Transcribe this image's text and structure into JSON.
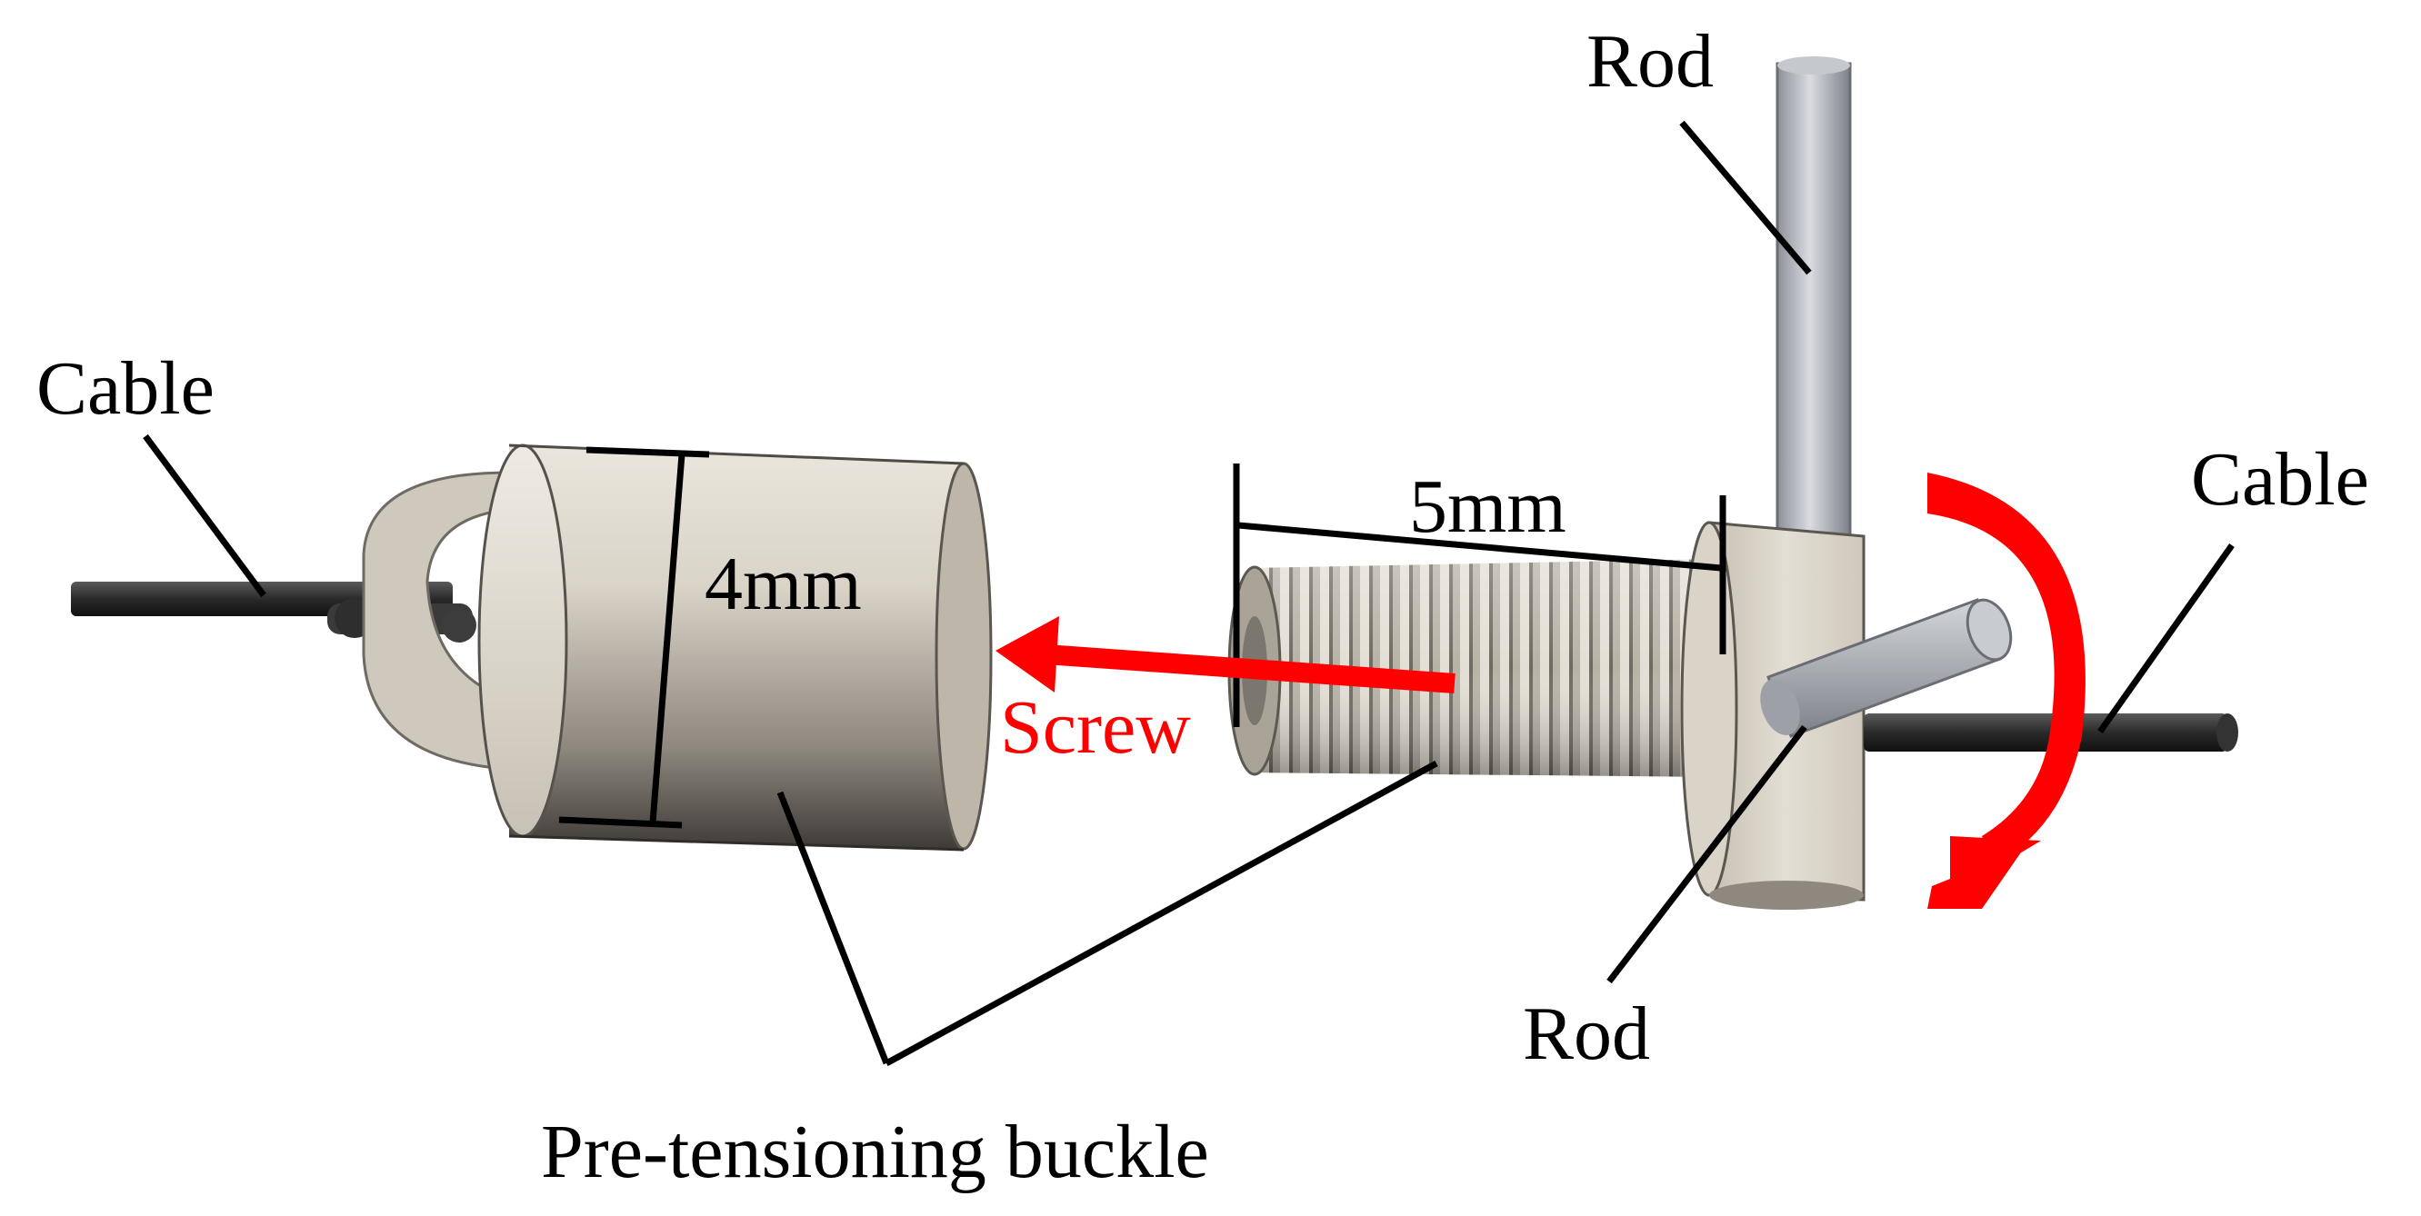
{
  "labels": {
    "cable_left": "Cable",
    "cable_right": "Cable",
    "rod_top": "Rod",
    "rod_bottom": "Rod",
    "diameter": "4mm",
    "length": "5mm",
    "screw": "Screw",
    "buckle": "Pre-tensioning buckle"
  },
  "colors": {
    "annotation_red": "#ff0000",
    "cable": "#2b2b2b",
    "part_body": "#d8d2c6",
    "rod_metal": "#b9bdc5"
  }
}
